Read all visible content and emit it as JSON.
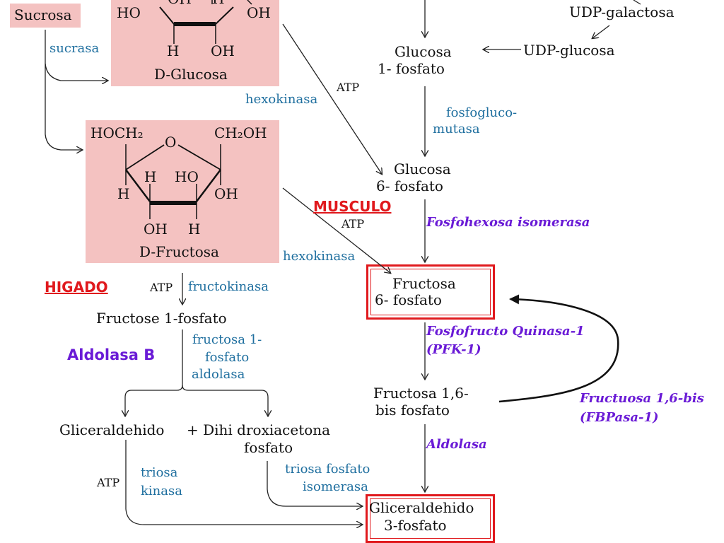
{
  "sucrose": {
    "label": "Sucrosa",
    "enzyme": "sucrasa"
  },
  "glucose_struct": {
    "HO": "HO",
    "OH_top": "OH",
    "H_top": "H",
    "OH_right": "OH",
    "H_bottom": "H",
    "OH_bottom": "OH",
    "label": "D-Glucosa"
  },
  "fructose_struct": {
    "hoch2": "HOCH₂",
    "o": "O",
    "ch2oh": "CH₂OH",
    "h1": "H",
    "ho": "HO",
    "h2": "H",
    "oh1": "OH",
    "oh2": "OH",
    "h3": "H",
    "label": "D-Fructosa"
  },
  "hexokinase_1": "hexokinasa",
  "atp_1": "ATP",
  "hexokinase_2": "hexokinasa",
  "atp_2": "ATP",
  "labels": {
    "musculo": "MUSCULO",
    "higado": "HIGADO",
    "aldolasa_b": "Aldolasa B"
  },
  "fructokinase": {
    "atp": "ATP",
    "enzyme": "fructokinasa"
  },
  "fructose1p": "Fructose 1-fosfato",
  "f1p_aldolase": {
    "line1": "fructosa 1-",
    "line2": "fosfato",
    "line3": "aldolasa"
  },
  "glyceraldehyde": "Gliceraldehido",
  "dhap": {
    "line1": "+ Dihi droxiacetona",
    "line2": "fosfato"
  },
  "triose_kinase": {
    "atp": "ATP",
    "line1": "triosa",
    "line2": "kinasa"
  },
  "tpi": {
    "line1": "triosa fosfato",
    "line2": "isomerasa"
  },
  "udp_gal": "UDP-galactosa",
  "udp_glc": "UDP-glucosa",
  "g1p": {
    "line1": "Glucosa",
    "line2": "1- fosfato"
  },
  "pgm": {
    "line1": "fosfogluco-",
    "line2": "mutasa"
  },
  "g6p": {
    "line1": "Glucosa",
    "line2": "6- fosfato"
  },
  "isomerase": "Fosfohexosa isomerasa",
  "f6p": {
    "line1": "Fructosa",
    "line2": "6- fosfato"
  },
  "pfk": {
    "line1": "Fosfofructo Quinasa-1",
    "line2": "(PFK-1)"
  },
  "f16bp": {
    "line1": "Fructosa 1,6-",
    "line2": "bis fosfato"
  },
  "fbpase": {
    "line1": "Fructuosa 1,6-bis",
    "line2": "(FBPasa-1)"
  },
  "aldolasa": "Aldolasa",
  "g3p": {
    "line1": "Gliceraldehido",
    "line2": "3-fosfato"
  }
}
